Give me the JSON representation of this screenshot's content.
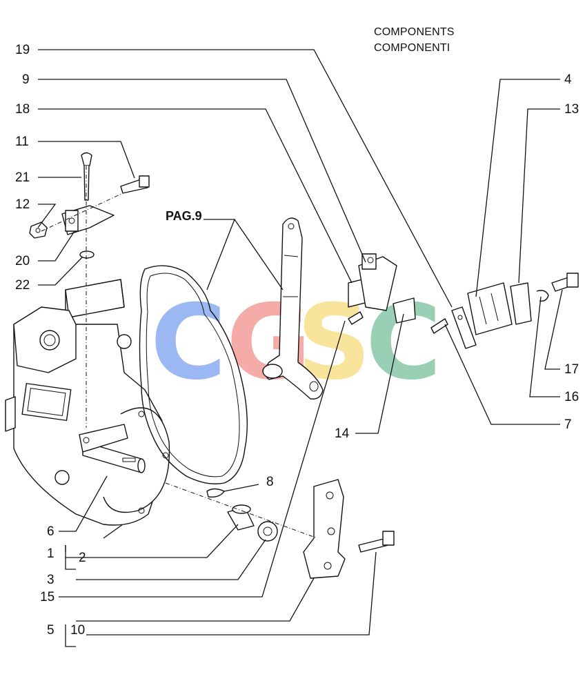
{
  "header": {
    "line1": "COMPONENTS",
    "line2": "COMPONENTI"
  },
  "ref_label": "PAG.9",
  "watermark": {
    "letters": [
      "C",
      "G",
      "S",
      "C"
    ],
    "colors": [
      "#4a7fe8",
      "#ee6a62",
      "#f5cf4b",
      "#46a978"
    ]
  },
  "callouts": {
    "c19": "19",
    "c9": "9",
    "c18": "18",
    "c11": "11",
    "c21": "21",
    "c12": "12",
    "c20": "20",
    "c22": "22",
    "c4": "4",
    "c13": "13",
    "c17": "17",
    "c16": "16",
    "c7": "7",
    "c14": "14",
    "c8": "8",
    "c6": "6",
    "c1": "1",
    "c2": "2",
    "c3": "3",
    "c15": "15",
    "c5": "5",
    "c10": "10"
  }
}
